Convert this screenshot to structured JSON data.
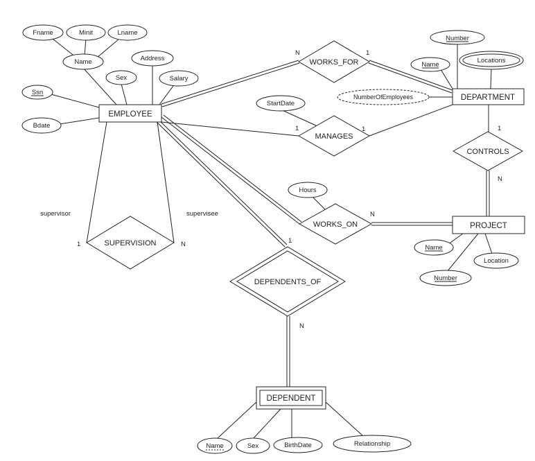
{
  "entities": {
    "employee": "EMPLOYEE",
    "department": "DEPARTMENT",
    "project": "PROJECT",
    "dependent": "DEPENDENT"
  },
  "relationships": {
    "works_for": "WORKS_FOR",
    "manages": "MANAGES",
    "works_on": "WORKS_ON",
    "controls": "CONTROLS",
    "supervision": "SUPERVISION",
    "dependents_of": "DEPENDENTS_OF"
  },
  "attributes": {
    "employee": {
      "fname": "Fname",
      "minit": "Minit",
      "lname": "Lname",
      "name": "Name",
      "address": "Address",
      "sex": "Sex",
      "salary": "Salary",
      "ssn": "Ssn",
      "bdate": "Bdate"
    },
    "department": {
      "number": "Number",
      "name": "Name",
      "locations": "Locations",
      "number_of_employees": "NumberOfEmployees"
    },
    "manages": {
      "start_date": "StartDate"
    },
    "works_on": {
      "hours": "Hours"
    },
    "project": {
      "name": "Name",
      "location": "Location",
      "number": "Number"
    },
    "dependent": {
      "name": "Name",
      "sex": "Sex",
      "birth_date": "BirthDate",
      "relationship": "Relationship"
    }
  },
  "roles": {
    "supervisor": "supervisor",
    "supervisee": "supervisee"
  },
  "cardinalities": {
    "works_for_employee": "N",
    "works_for_department": "1",
    "manages_employee": "1",
    "manages_department": "1",
    "controls_department": "1",
    "controls_project": "N",
    "works_on_project": "N",
    "supervision_supervisor": "1",
    "supervision_supervisee": "N",
    "dependents_of_employee": "1",
    "dependents_of_dependent": "N"
  }
}
